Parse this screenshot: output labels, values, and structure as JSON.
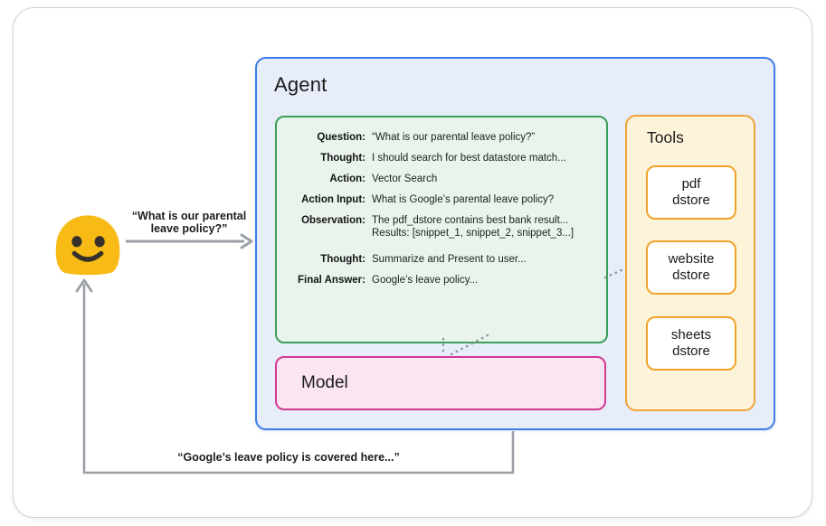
{
  "user": {
    "icon": "smiley-face-icon"
  },
  "messages": {
    "request": "“What is our parental leave policy?”",
    "response": "“Google’s leave policy is covered here...”"
  },
  "agent": {
    "title": "Agent",
    "scratchpad": {
      "rows": [
        {
          "label": "Question:",
          "value": "“What is our parental leave policy?”"
        },
        {
          "label": "Thought:",
          "value": "I should search for best datastore match..."
        },
        {
          "label": "Action:",
          "value": "Vector Search"
        },
        {
          "label": "Action Input:",
          "value": "What is Google’s parental leave policy?"
        },
        {
          "label": "Observation:",
          "value": "The pdf_dstore contains best bank result...",
          "value2": "Results: [snippet_1, snippet_2, snippet_3...]"
        },
        {
          "label": "Thought:",
          "value": "Summarize and Present to user..."
        },
        {
          "label": "Final Answer:",
          "value": "Google’s leave policy..."
        }
      ]
    },
    "model": {
      "label": "Model"
    },
    "tools": {
      "title": "Tools",
      "items": [
        {
          "line1": "pdf",
          "line2": "dstore"
        },
        {
          "line1": "website",
          "line2": "dstore"
        },
        {
          "line1": "sheets",
          "line2": "dstore"
        }
      ]
    }
  },
  "colors": {
    "agent_border": "#3e7ce8",
    "agent_fill": "#e8edfa",
    "scratchpad_border": "#3d9e58",
    "scratchpad_fill": "#e8f4ec",
    "model_border": "#d23a92",
    "model_fill": "#fbe5f2",
    "tools_border": "#eca43c",
    "tools_fill": "#fcf3d8",
    "arrow_gray": "#9aa0a6",
    "emoji_yellow": "#f8ba14"
  }
}
